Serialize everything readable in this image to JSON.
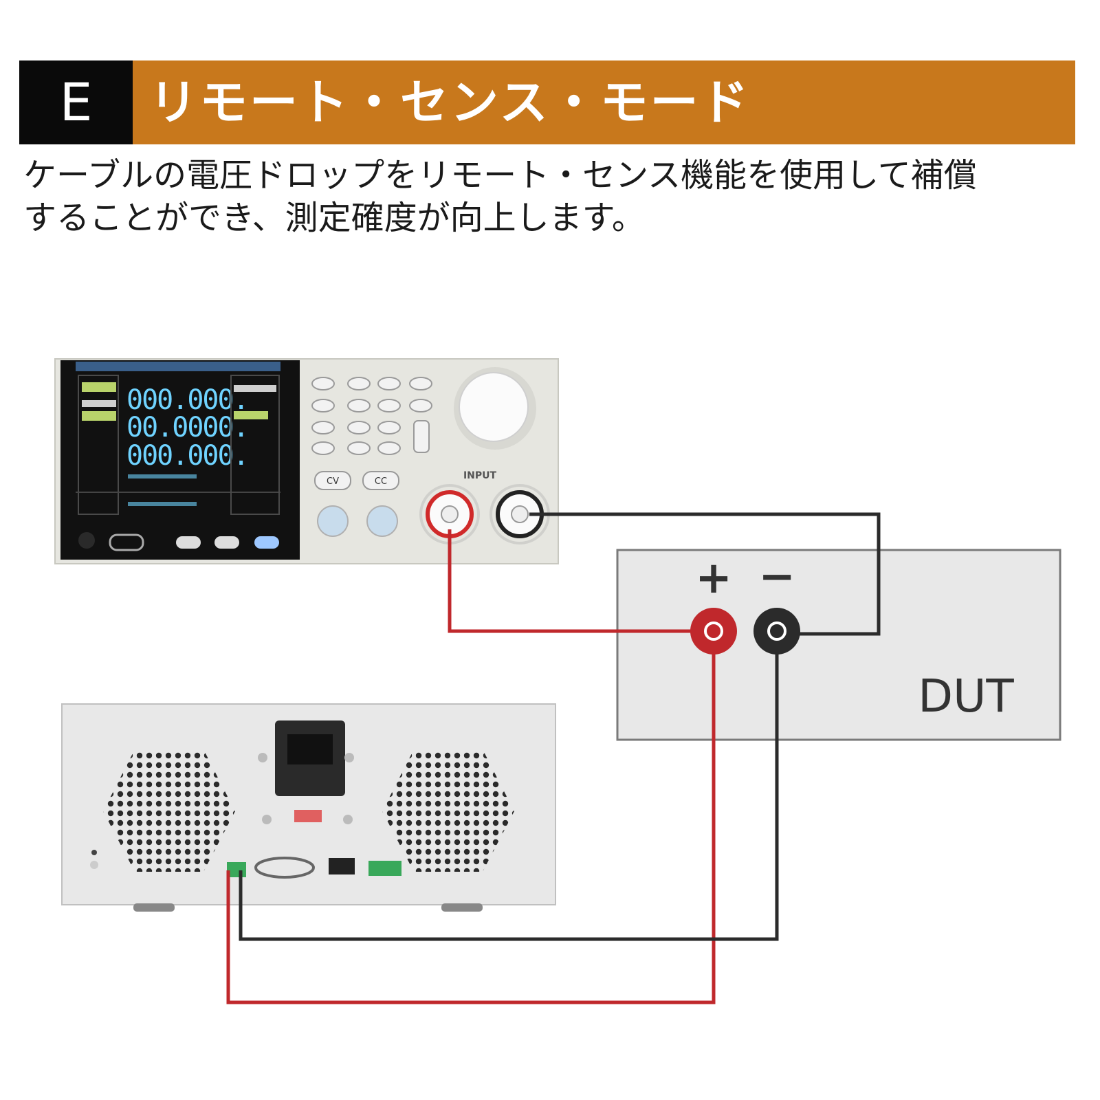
{
  "header": {
    "letter": "E",
    "title": "リモート・センス・モード"
  },
  "description": {
    "line1": "ケーブルの電圧ドロップをリモート・センス機能を使用して補償",
    "line2": "することができ、測定確度が向上します。"
  },
  "diagram": {
    "dut_label": "DUT",
    "plus_label": "+",
    "minus_label": "−",
    "front_input_label": "INPUT",
    "front_cv_button": "CV",
    "front_cc_button": "CC",
    "screen_readings": [
      "000.000.",
      "00.0000.",
      "000.000."
    ],
    "colors": {
      "red_wire": "#c0282c",
      "black_wire": "#2b2b2b",
      "accent": "#c8781c"
    }
  }
}
